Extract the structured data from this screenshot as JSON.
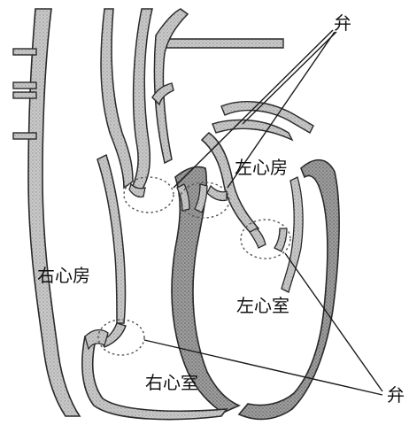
{
  "diagram": {
    "labels": {
      "valve_top": "弁",
      "valve_bottom": "弁",
      "left_atrium": "左心房",
      "right_atrium": "右心房",
      "left_ventricle": "左心室",
      "right_ventricle": "右心室"
    },
    "colors": {
      "wall_fill": "#c9c9c9",
      "wall_stroke": "#2a2a2a",
      "background": "#ffffff",
      "valve_circle": "#555555",
      "leader_line": "#1a1a1a"
    }
  }
}
